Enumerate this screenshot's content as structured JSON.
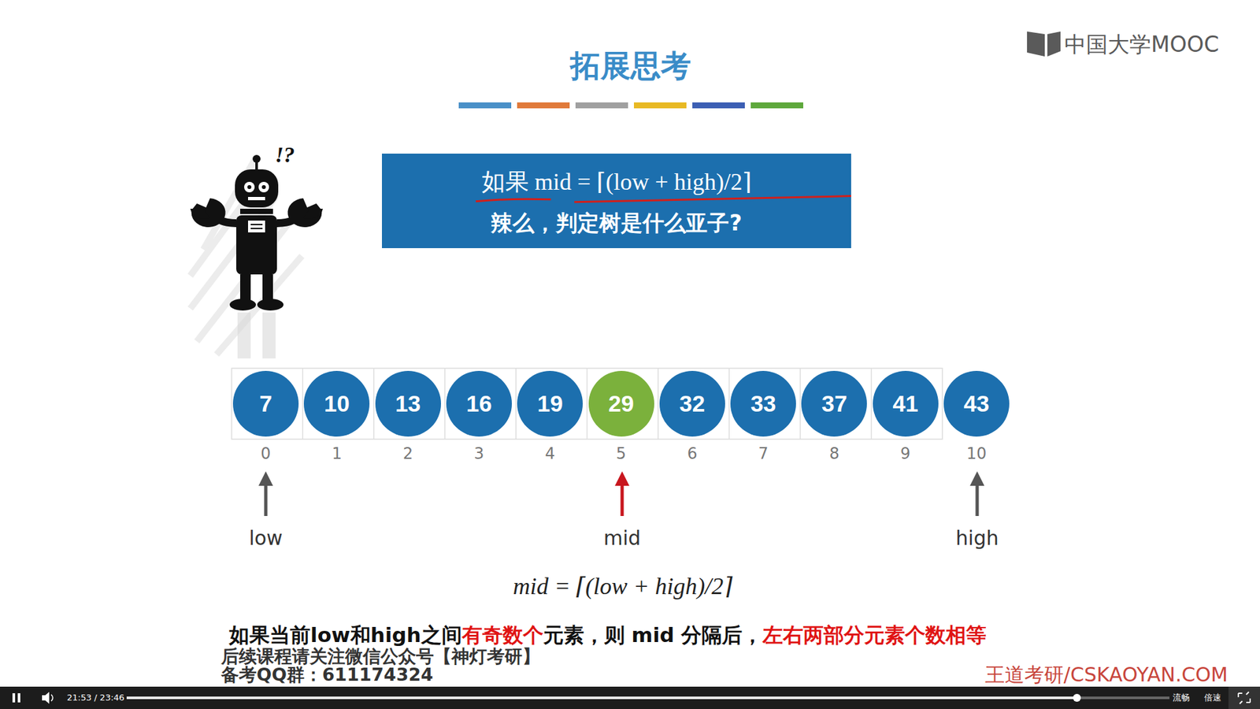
{
  "diagram": {
    "title": "拓展思考",
    "nodes": [
      {
        "text": [
          "如果 mid = ⌈(low + high)/2⌉",
          "辣么，判定树是什么亚子?"
        ]
      },
      {
        "text": [
          "7"
        ]
      },
      {
        "text": [
          "10"
        ]
      },
      {
        "text": [
          "13"
        ]
      },
      {
        "text": [
          "16"
        ]
      },
      {
        "text": [
          "19"
        ]
      },
      {
        "text": [
          "29"
        ]
      },
      {
        "text": [
          "32"
        ]
      },
      {
        "text": [
          "33"
        ]
      },
      {
        "text": [
          "37"
        ]
      },
      {
        "text": [
          "41"
        ]
      },
      {
        "text": [
          "43"
        ]
      }
    ],
    "labels": [
      "中国大学MOOC",
      "!?",
      "0",
      "1",
      "2",
      "3",
      "4",
      "5",
      "6",
      "7",
      "8",
      "9",
      "10",
      "low",
      "mid",
      "high",
      "mid = ⌈(low + high)/2⌉",
      "如果当前low和high之间",
      "有奇数个",
      "元素，则 mid 分隔后，",
      "左右两部分元素个数相等",
      "后续课程请关注微信公众号【神灯考研】",
      "备考QQ群：611174324",
      "王道考研/CSKAOYAN.COM",
      "21:53 / 23:46",
      "流畅",
      "倍速"
    ]
  }
}
